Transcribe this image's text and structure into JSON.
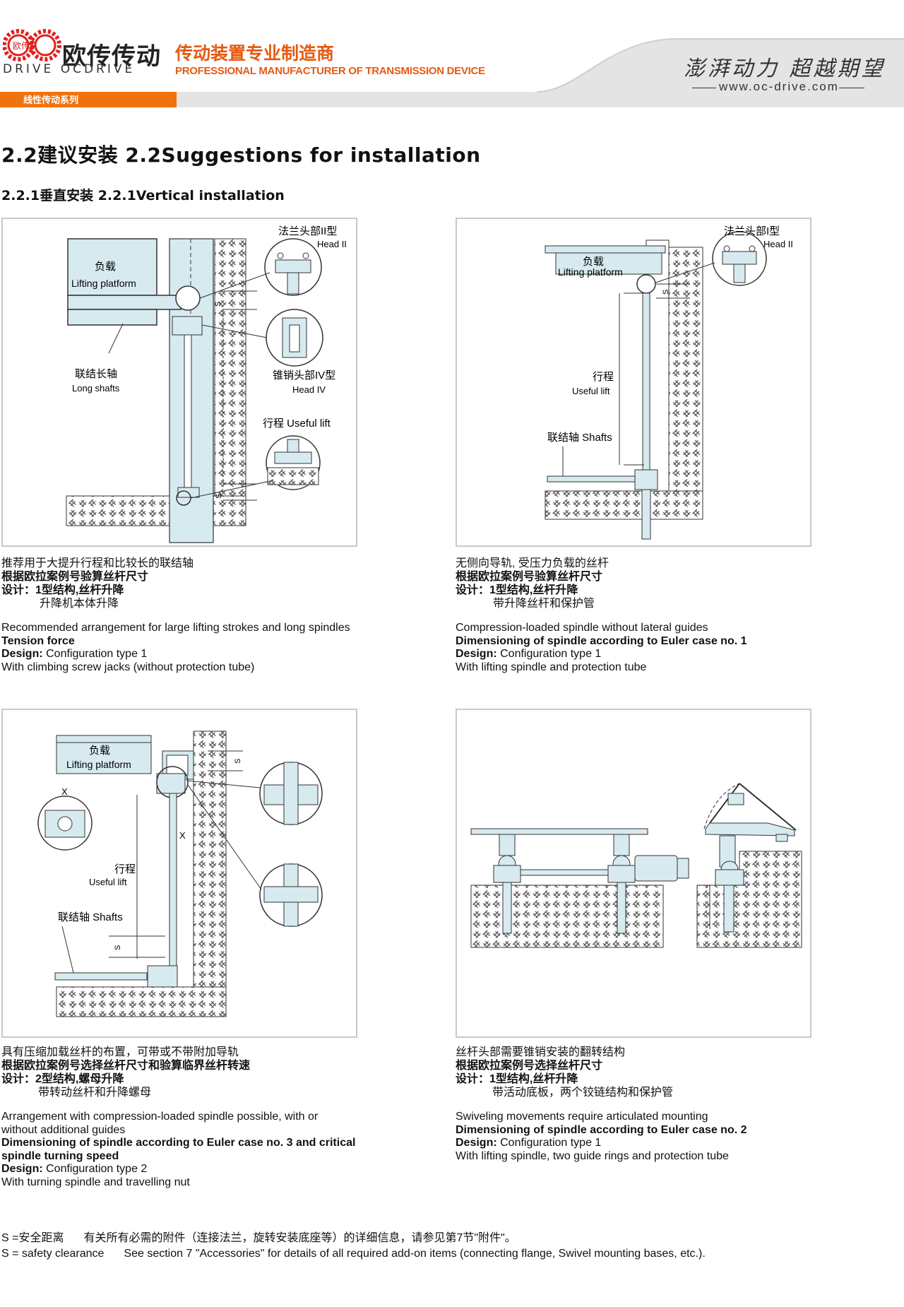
{
  "header": {
    "logo_mark": "欧传",
    "brand_cn": "欧传传动",
    "brand_en": "DRIVE OCDRIVE",
    "tagline_cn": "传动装置专业制造商",
    "tagline_en": "PROFESSIONAL MANUFACTURER OF TRANSMISSION DEVICE",
    "slogan": "澎湃动力 超越期望",
    "website": "www.oc-drive.com",
    "series_label": "线性传动系列",
    "accent_color": "#f0720f"
  },
  "section": {
    "title": "2.2建议安装  2.2Suggestions for installation",
    "subtitle": "2.2.1垂直安装  2.2.1Vertical installation"
  },
  "panels": [
    {
      "labels": {
        "platform_cn": "负载",
        "platform_en": "Lifting platform",
        "head2_cn": "法兰头部II型",
        "head2_en": "Head II",
        "head4_cn": "锥销头部IV型",
        "head4_en": "Head IV",
        "shafts_cn": "联结长轴",
        "shafts_en": "Long shafts",
        "lift": "行程 Useful lift",
        "s": "S"
      },
      "caption_cn": [
        "推荐用于大提升行程和比较长的联结轴",
        "根据欧拉案例号验算丝杆尺寸",
        "设计：1型结构,丝杆升降",
        "升降机本体升降"
      ],
      "caption_en": {
        "line1": "Recommended arrangement for large lifting strokes and long spindles",
        "bold1": "Tension force",
        "design_label": "Design:",
        "design_value": " Configuration type 1",
        "line4": "With climbing screw jacks (without protection tube)"
      }
    },
    {
      "labels": {
        "platform_cn": "负载",
        "platform_en": "Lifting platform",
        "head2_cn": "法兰头部I型",
        "head2_en": "Head II",
        "lift_cn": "行程",
        "lift_en": "Useful lift",
        "shafts": "联结轴  Shafts",
        "s": "S"
      },
      "caption_cn": [
        "无侧向导轨, 受压力负载的丝杆",
        "根据欧拉案例号验算丝杆尺寸",
        "设计：1型结构,丝杆升降",
        "带升降丝杆和保护管"
      ],
      "caption_en": {
        "line1": "Compression-loaded spindle without lateral guides",
        "bold1": "Dimensioning of spindle according to Euler case no. 1",
        "design_label": "Design:",
        "design_value": " Configuration type 1",
        "line4": "With lifting spindle and protection tube"
      }
    },
    {
      "labels": {
        "platform_cn": "负载",
        "platform_en": "Lifting platform",
        "lift_cn": "行程",
        "lift_en": "Useful lift",
        "shafts": "联结轴  Shafts",
        "x": "X",
        "s": "S"
      },
      "caption_cn": [
        "具有压缩加载丝杆的布置，可带或不带附加导轨",
        "根据欧拉案例号选择丝杆尺寸和验算临界丝杆转速",
        "设计：2型结构,螺母升降",
        "带转动丝杆和升降螺母"
      ],
      "caption_en": {
        "line1": "Arrangement with compression-loaded spindle possible, with or",
        "line1b": "without additional guides",
        "bold1": "Dimensioning of spindle according to Euler case no. 3 and critical",
        "bold1b": "spindle turning speed",
        "design_label": "Design:",
        "design_value": " Configuration type 2",
        "line4": "With turning spindle and travelling nut"
      }
    },
    {
      "caption_cn": [
        "丝杆头部需要锥销安装的翻转结构",
        "根据欧拉案例号选择丝杆尺寸",
        "设计：1型结构,丝杆升降",
        "带活动底板，两个铰链结构和保护管"
      ],
      "caption_en": {
        "line1": "Swiveling movements require articulated mounting",
        "bold1": "Dimensioning of spindle according to Euler case no. 2",
        "design_label": "Design:",
        "design_value": " Configuration type 1",
        "line4": "With lifting spindle, two guide rings and protection tube"
      }
    }
  ],
  "footer": {
    "cn_key": "S =安全距离",
    "cn_text": "有关所有必需的附件（连接法兰，旋转安装底座等）的详细信息，请参见第7节\"附件\"。",
    "en_key": "S = safety clearance",
    "en_text": "See section 7 \"Accessories\" for details of all required add-on items (connecting flange, Swivel mounting bases, etc.)."
  }
}
